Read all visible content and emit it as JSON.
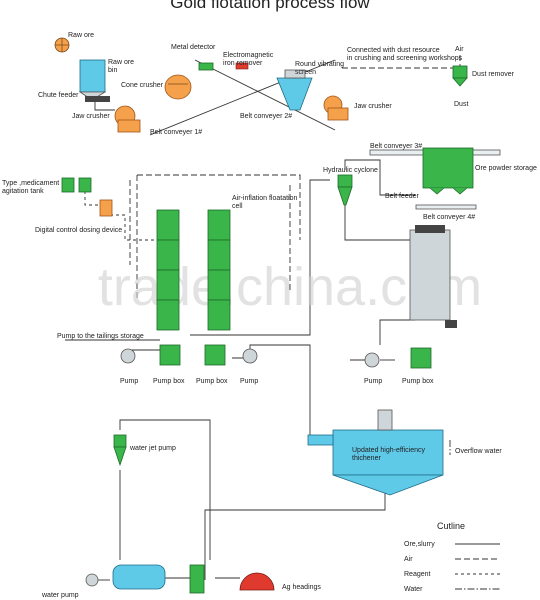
{
  "title": "Gold flotation process flow",
  "watermark": "trade.china.com",
  "labels": {
    "raw_ore": "Raw ore",
    "raw_ore_bin": "Raw ore\nbin",
    "chute_feeder": "Chute feeder",
    "jaw_crusher_1": "Jaw crusher",
    "cone_crusher": "Cone crusher",
    "metal_detector": "Metal detector",
    "iron_remover": "Electromagnetic\niron remover",
    "vibrating_screen": "Round vibrating\nscreen",
    "jaw_crusher_2": "Jaw crusher",
    "belt_1": "Belt conveyer 1#",
    "belt_2": "Belt conveyer 2#",
    "belt_3": "Belt conveyer 3#",
    "belt_4": "Belt conveyer 4#",
    "belt_feeder": "Belt feeder",
    "dust_note": "Connected with dust resource\nin crushing and screening workshops",
    "air_top": "Air",
    "dust_remover": "Dust remover",
    "dust": "Dust",
    "ore_powder_storage": "Ore powder storage",
    "agitation_tank": "Type ,medicament\nagitation tank",
    "dosing_device": "Digital control dosing device",
    "flotation_cell": "Air-inflation floatation\ncell",
    "hydraulic_cyclone": "Hydraulic cyclone",
    "tailings_pump": "Pump to the tailings storage",
    "pump_1": "Pump",
    "pump_box_1": "Pump box",
    "pump_box_2": "Pump box",
    "pump_2": "Pump",
    "pump_3": "Pump",
    "pump_box_3": "Pump box",
    "thickener": "Updated high-efficiency\nthichener",
    "overflow_water": "Overflow water",
    "water_jet_pump": "water jet pump",
    "water_pump": "water pump",
    "ag_headings": "Ag headings"
  },
  "legend": {
    "title": "Cutline",
    "items": [
      {
        "label": "Ore,slurry",
        "style": "solid"
      },
      {
        "label": "Air",
        "style": "dashed"
      },
      {
        "label": "Reagent",
        "style": "dotted"
      },
      {
        "label": "Water",
        "style": "dash-dot"
      }
    ]
  },
  "colors": {
    "equipment_green": "#39b54a",
    "crusher_orange": "#f5a04a",
    "tank_blue": "#5fc9e8",
    "ag_red": "#e03a2f"
  }
}
